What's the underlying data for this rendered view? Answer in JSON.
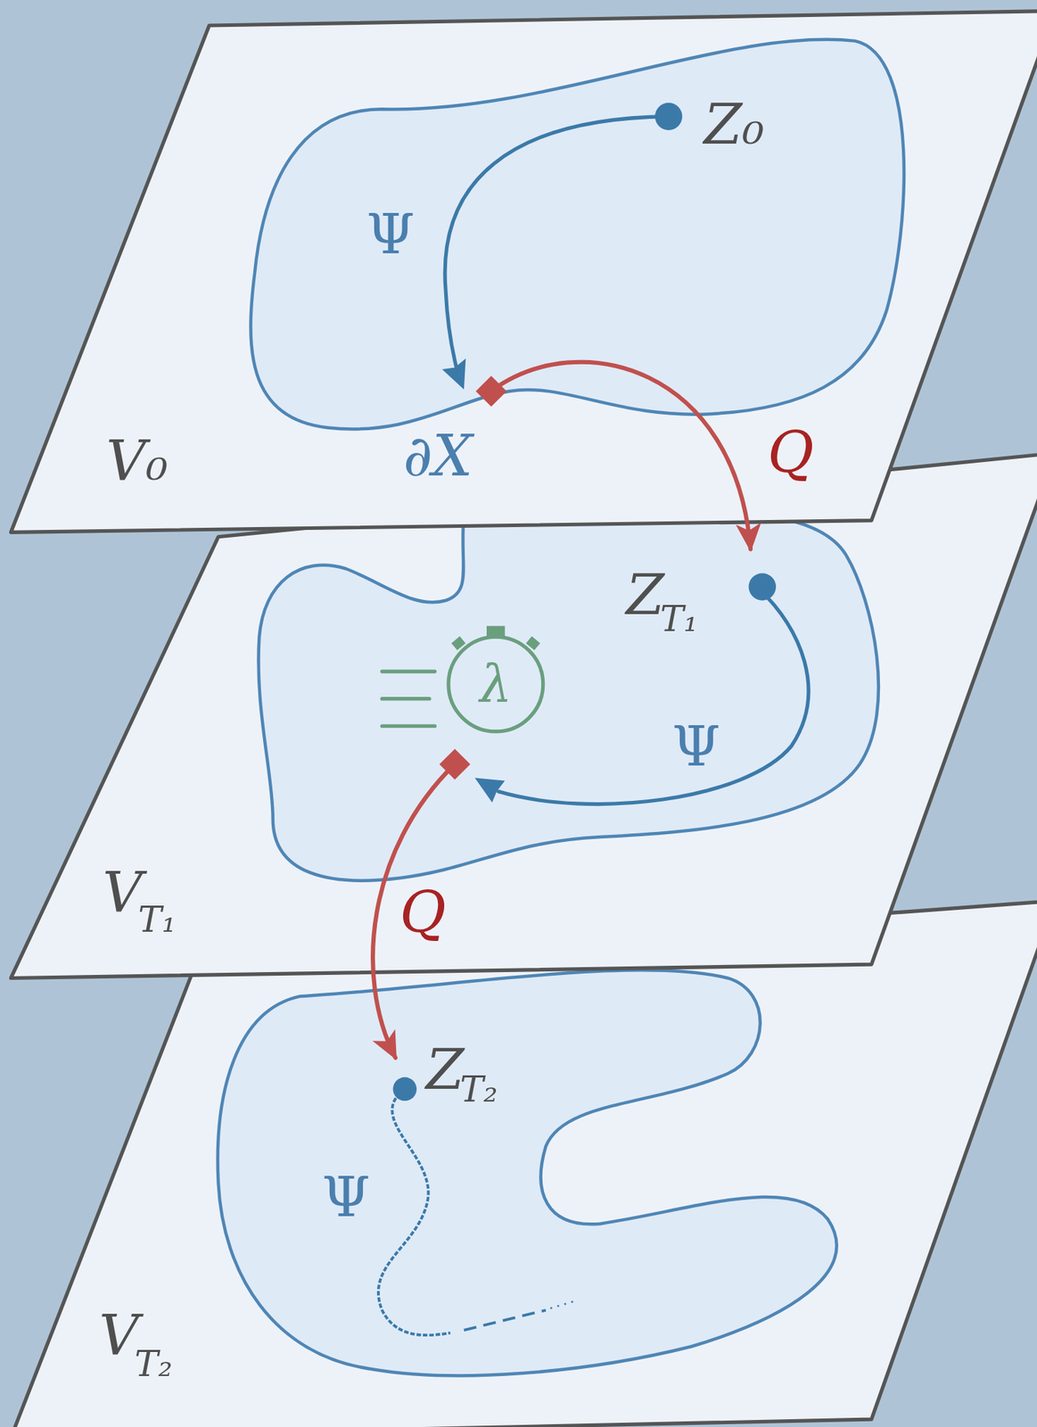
{
  "diagram": {
    "nodes": [
      {
        "text": [
          "V₀"
        ]
      },
      {
        "text": [
          "V",
          "T₁"
        ]
      },
      {
        "text": [
          "V",
          "T₂"
        ]
      }
    ],
    "edges": [
      {
        "from": 0,
        "to": 1,
        "arrow": "to",
        "label": "Q"
      },
      {
        "from": 1,
        "to": 2,
        "arrow": "to",
        "label": "Q"
      }
    ],
    "labels": [
      "Z₀",
      "Ψ",
      "∂X",
      "Z",
      "T₁",
      "λ",
      "Ψ",
      "Z",
      "T₂",
      "Ψ"
    ]
  }
}
